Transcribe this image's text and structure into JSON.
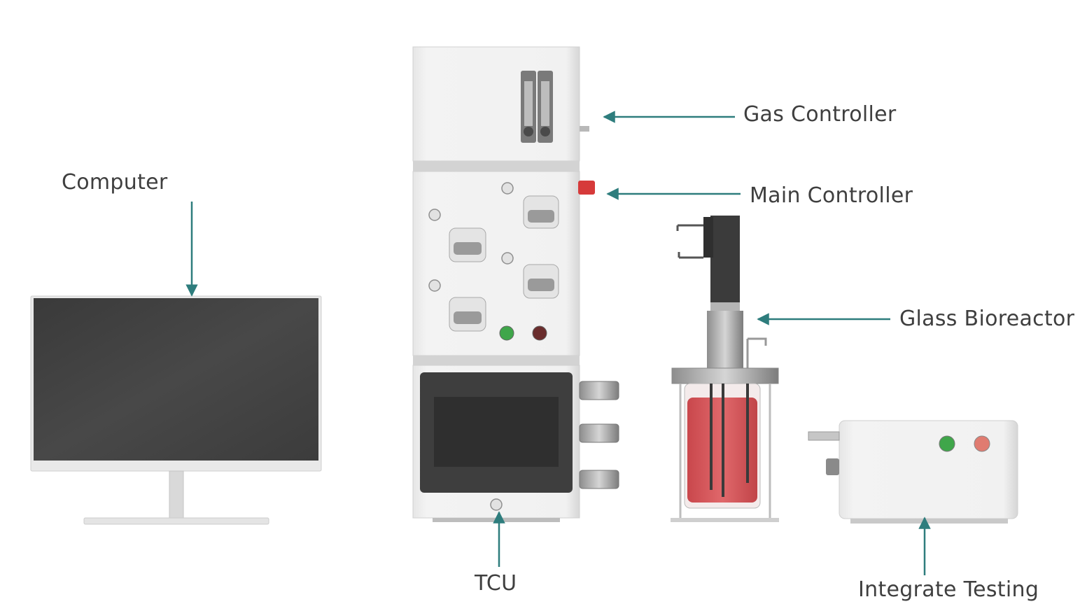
{
  "labels": {
    "computer": "Computer",
    "gas_controller": "Gas Controller",
    "main_controller": "Main Controller",
    "glass_bioreactor": "Glass Bioreactor",
    "tcu": "TCU",
    "integrate_testing": "Integrate Testing"
  },
  "colors": {
    "arrow": "#2e7d7d",
    "label_text": "#3f3f3f",
    "medium": "#d9585c",
    "green_light": "#3fa64a",
    "red_light": "#e07b70"
  }
}
